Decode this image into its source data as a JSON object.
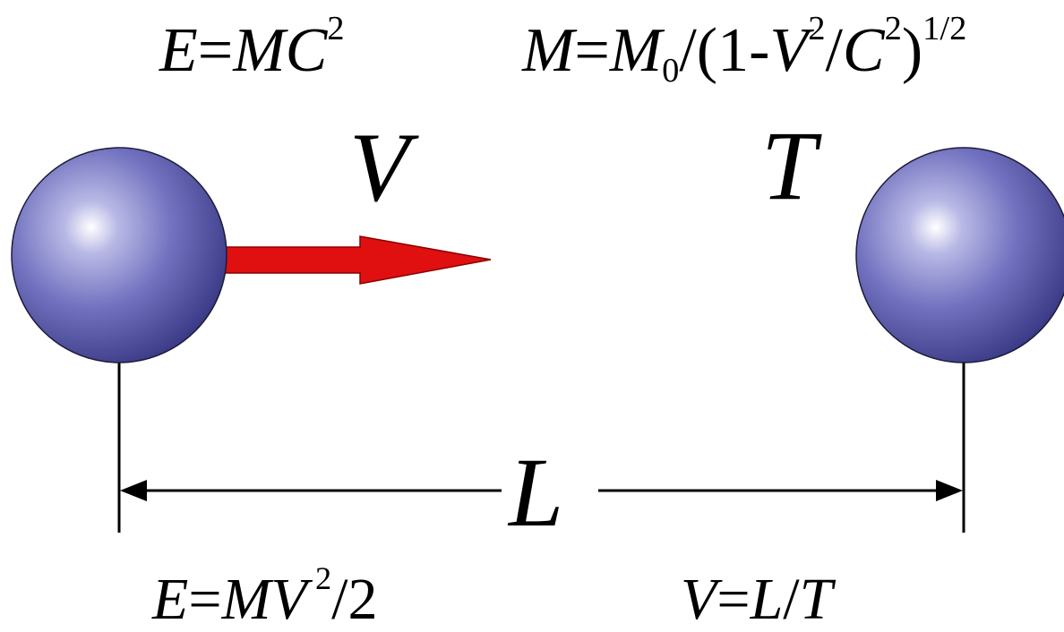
{
  "formulas": {
    "top_left": {
      "lhs": "E",
      "eq": "=",
      "m": "M",
      "c": "C",
      "exp": "2"
    },
    "top_right": {
      "lhs": "M",
      "eq": "=",
      "m": "M",
      "m_sub": "0",
      "open": "/(1-",
      "v": "V",
      "v_exp": "2",
      "slash": "/",
      "c": "C",
      "c_exp": "2",
      "close": ")",
      "outer_exp": "1/2"
    },
    "bottom_left": {
      "lhs": "E",
      "eq": "=",
      "m": "M",
      "v": "V",
      "exp": " 2",
      "tail": "/2"
    },
    "bottom_right": {
      "lhs": "V",
      "eq": "=",
      "l": "L",
      "slash": "/",
      "t": "T"
    }
  },
  "labels": {
    "velocity": "V",
    "time": "T",
    "distance": "L"
  },
  "colors": {
    "sphere_dark": "#3a3a86",
    "sphere_mid": "#7272c0",
    "sphere_highlight": "#ffffff",
    "arrow_red": "#e01010",
    "arrow_outline": "#8a0000",
    "line": "#000000"
  }
}
